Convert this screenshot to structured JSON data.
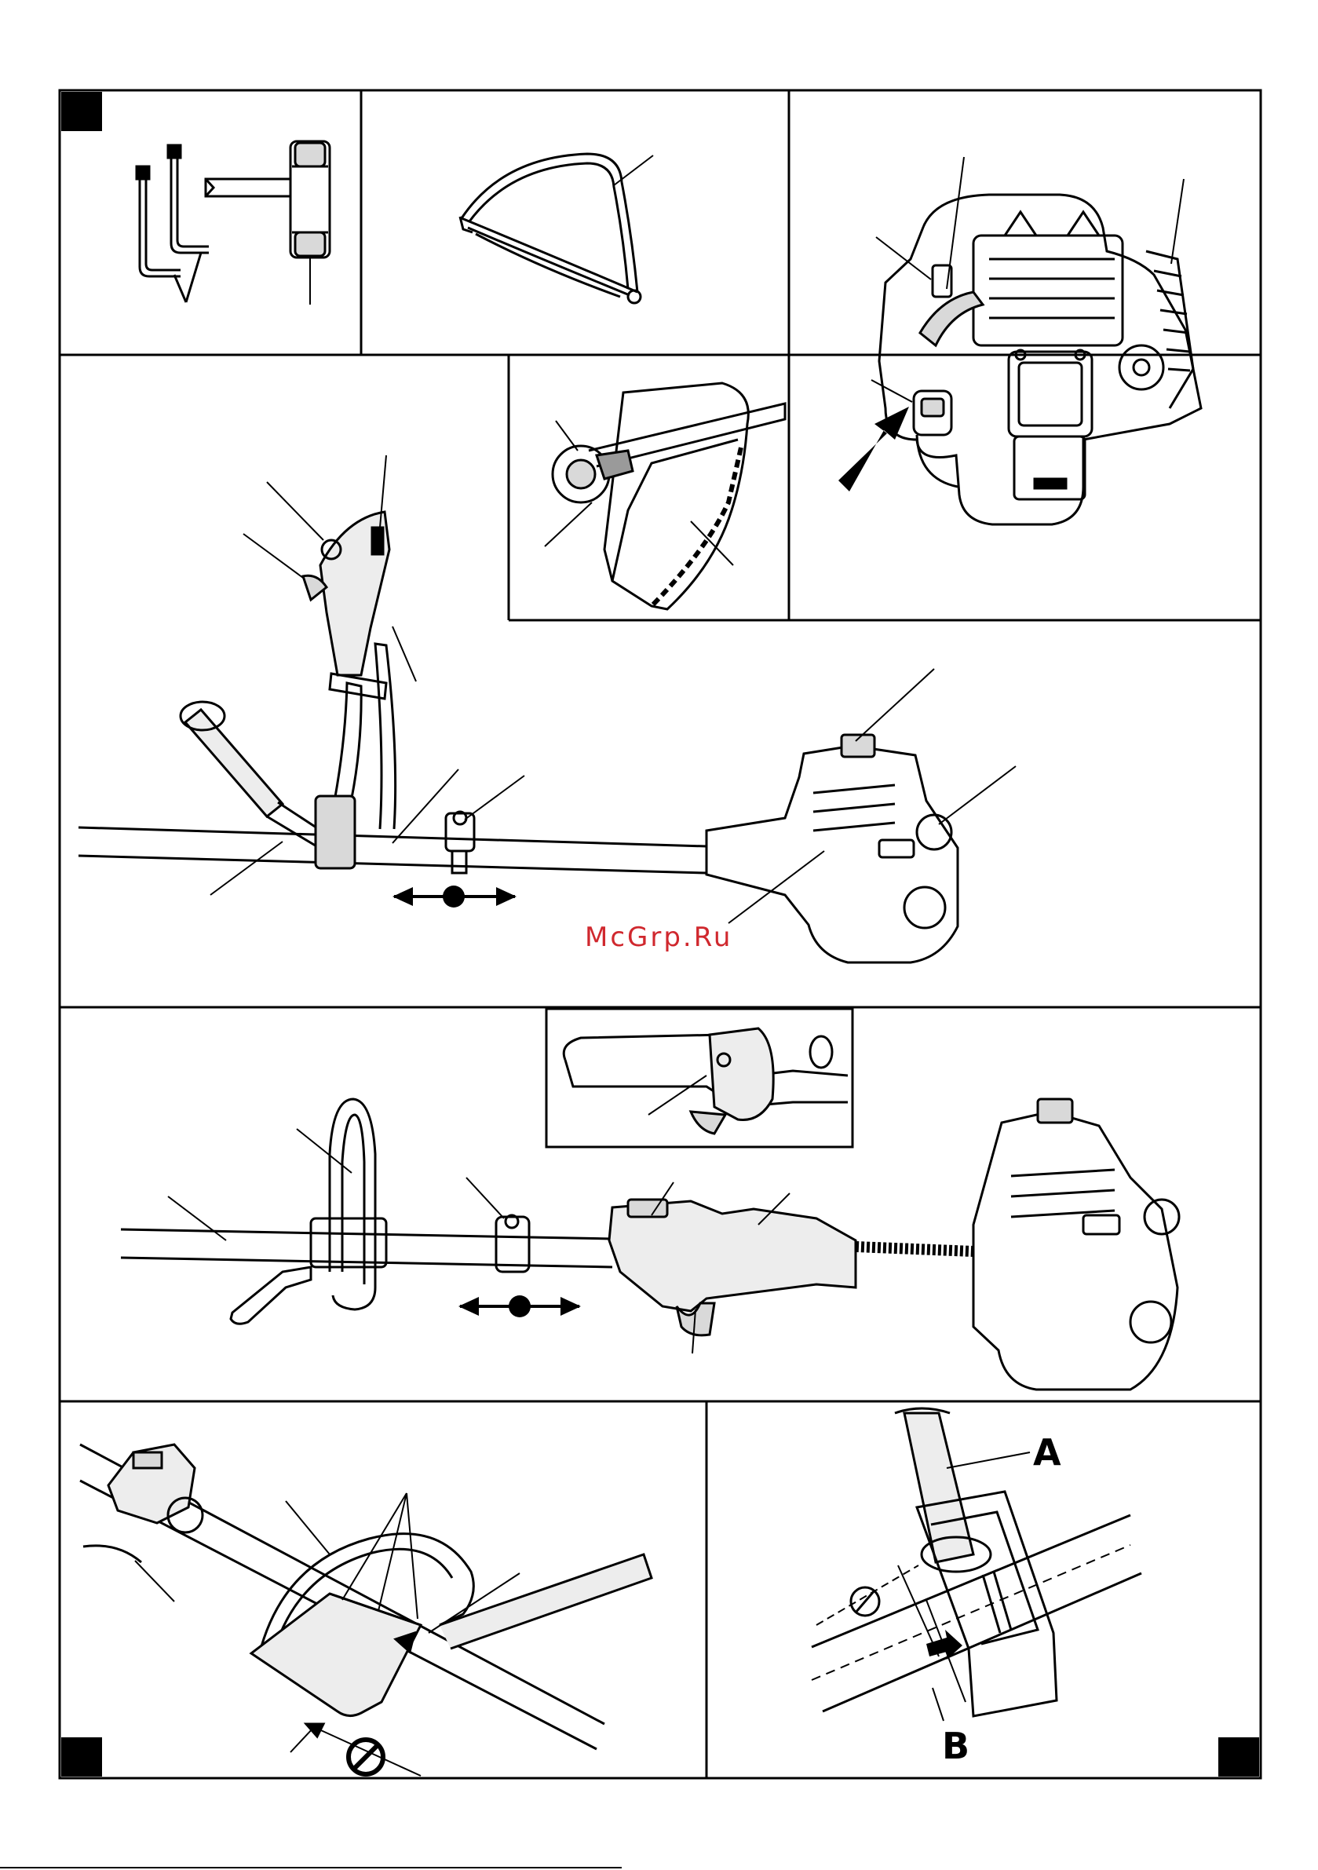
{
  "watermark": {
    "text": "McGrp.Ru",
    "color": "#d0282e"
  },
  "labels": {
    "a": "A",
    "b": "B"
  },
  "colors": {
    "ink": "#000000",
    "paper": "#ffffff",
    "light_gray": "#d9d9d9",
    "mid_gray": "#9a9a9a"
  },
  "icons": [
    "arrow-icon",
    "prohibited-icon",
    "bidirectional-arrow-icon"
  ]
}
